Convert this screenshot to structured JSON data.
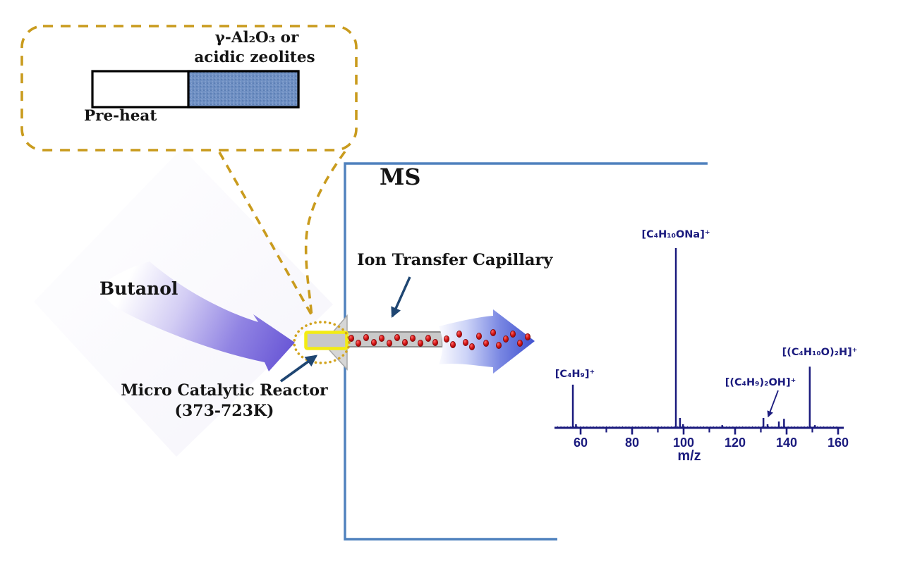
{
  "colors": {
    "callout_gold": "#c99b1d",
    "dotted_gold": "#d2a41f",
    "ms_box_blue": "#4f81bd",
    "spectrum_navy": "#1b1b7e",
    "annotation_arrow": "#1f4672",
    "tube_blue_fill": "#6f90c3",
    "reactor_yellow": "#f3ec13",
    "ion_red": "#d01212",
    "butanol_purple": "#6a58d6",
    "beam_blue": "#4152cf"
  },
  "callout": {
    "catalyst_line1": "γ-Al₂O₃ or",
    "catalyst_line2": "acidic zeolites",
    "preheat": "Pre-heat"
  },
  "labels": {
    "feed": "Butanol",
    "instrument": "MS",
    "capillary": "Ion Transfer Capillary",
    "reactor_line1": "Micro Catalytic Reactor",
    "reactor_line2": "(373-723K)"
  },
  "chart_data": {
    "type": "bar",
    "subtype": "mass-spectrum",
    "title": "",
    "xlabel": "m/z",
    "ylabel": "",
    "xlim": [
      50,
      162
    ],
    "x_major_ticks": [
      60,
      80,
      100,
      120,
      140,
      160
    ],
    "x_minor_ticks": [
      70,
      90,
      110,
      130,
      150
    ],
    "grid": false,
    "peaks": [
      {
        "mz": 57,
        "rel_intensity": 24,
        "label": "[C₄H₉]⁺"
      },
      {
        "mz": 58.2,
        "rel_intensity": 2,
        "label": ""
      },
      {
        "mz": 97,
        "rel_intensity": 100,
        "label": "[C₄H₁₀ONa]⁺"
      },
      {
        "mz": 98.6,
        "rel_intensity": 5.5,
        "label": ""
      },
      {
        "mz": 99.8,
        "rel_intensity": 2,
        "label": ""
      },
      {
        "mz": 115,
        "rel_intensity": 1.5,
        "label": ""
      },
      {
        "mz": 131,
        "rel_intensity": 5.5,
        "label": "[(C₄H₉)₂OH]⁺"
      },
      {
        "mz": 132.6,
        "rel_intensity": 2,
        "label": ""
      },
      {
        "mz": 137,
        "rel_intensity": 3.5,
        "label": ""
      },
      {
        "mz": 139,
        "rel_intensity": 5,
        "label": ""
      },
      {
        "mz": 149,
        "rel_intensity": 34,
        "label": "[(C₄H₁₀O)₂H]⁺"
      },
      {
        "mz": 151,
        "rel_intensity": 1.5,
        "label": ""
      }
    ]
  }
}
